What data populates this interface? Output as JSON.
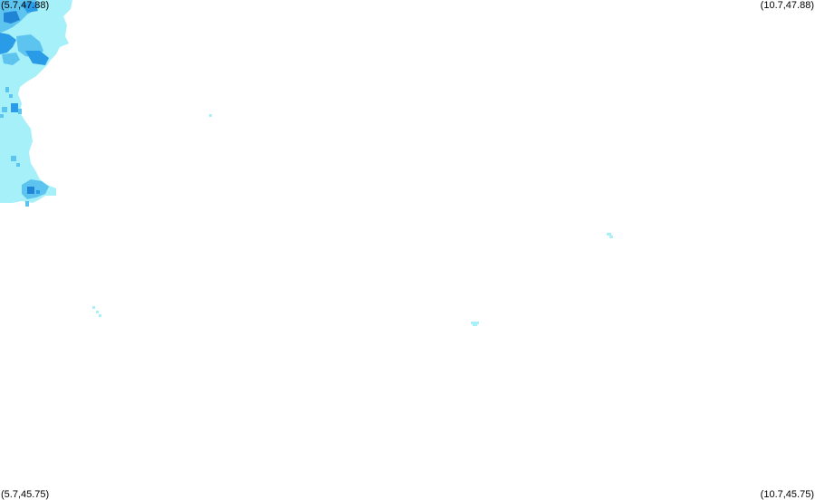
{
  "map": {
    "bounds": {
      "lon_min": 5.7,
      "lon_max": 10.7,
      "lat_min": 45.75,
      "lat_max": 47.88
    },
    "corner_labels": {
      "top_left": "(5.7,47.88)",
      "top_right": "(10.7,47.88)",
      "bottom_left": "(5.7,45.75)",
      "bottom_right": "(10.7,45.75)"
    },
    "colors": {
      "background": "#ffffff",
      "low": "#a6f0fa",
      "medium": "#5cc4ef",
      "high": "#2a9be6",
      "peak": "#1f84d6"
    }
  }
}
